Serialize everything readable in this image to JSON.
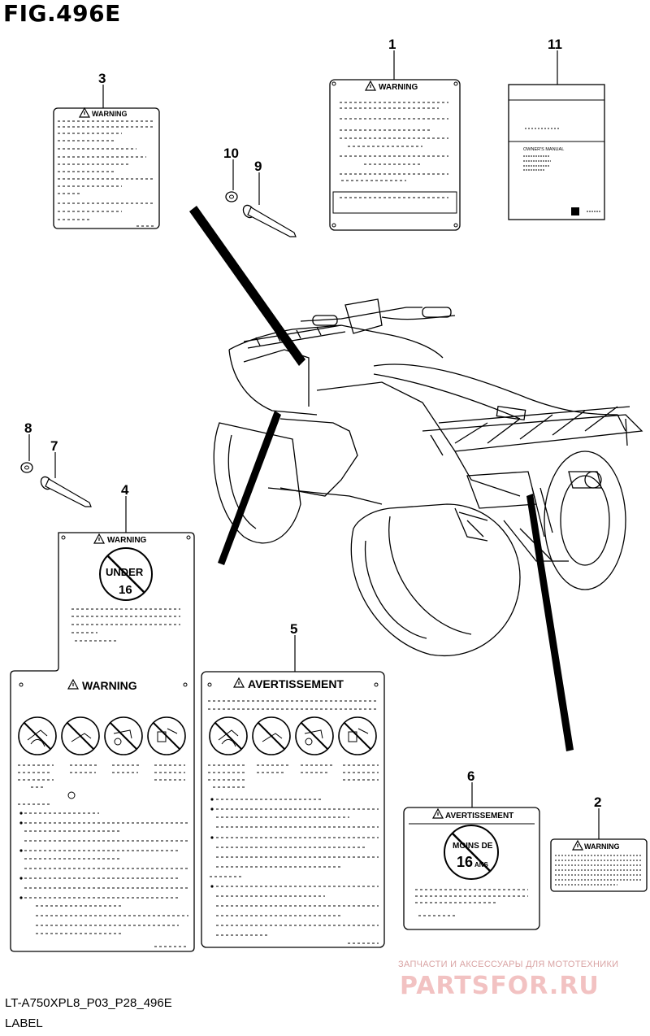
{
  "figure": {
    "title": "FIG.496E",
    "code": "LT-A750XPL8_P03_P28_496E",
    "section": "LABEL"
  },
  "callouts": [
    "1",
    "2",
    "3",
    "4",
    "5",
    "6",
    "7",
    "8",
    "9",
    "10",
    "11"
  ],
  "labels": {
    "warning": "WARNING",
    "avertissement": "AVERTISSEMENT",
    "under": "UNDER",
    "age16": "16",
    "moins_de": "MOINS DE",
    "ans": "ANS",
    "owners_manual": "OWNER'S MANUAL"
  },
  "watermark": {
    "subtitle": "ЗАПЧАСТИ И АКСЕССУАРЫ ДЛЯ МОТОТЕХНИКИ",
    "brand": "PARTSFOR.RU"
  },
  "colors": {
    "line": "#000000",
    "paper": "#ffffff",
    "watermark": "#f2c2c2"
  }
}
